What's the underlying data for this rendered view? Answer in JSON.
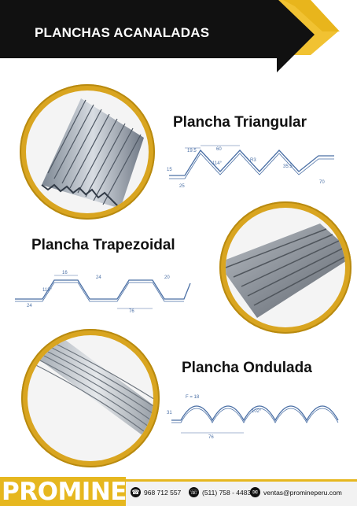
{
  "header": {
    "title": "PLANCHAS ACANALADAS"
  },
  "products": [
    {
      "name": "Plancha Triangular"
    },
    {
      "name": "Plancha Trapezoidal"
    },
    {
      "name": "Plancha Ondulada"
    }
  ],
  "diagrams": {
    "triangular": {
      "dims": [
        "19.5",
        "60",
        "114°",
        "R3",
        "35.5",
        "15",
        "25",
        "70"
      ]
    },
    "trapezoidal": {
      "dims": [
        "16",
        "76",
        "20",
        "24",
        "112°",
        "24"
      ]
    },
    "ondulada": {
      "dims": [
        "F = 18",
        "102°",
        "76",
        "31"
      ]
    }
  },
  "footer": {
    "brand": "PROMINE",
    "phone": "968 712 557",
    "landline": "(511) 758 - 4483",
    "email": "ventas@promineperu.com"
  },
  "colors": {
    "accent": "#e6b71f",
    "banner": "#111111",
    "circle": "#d9a520"
  }
}
